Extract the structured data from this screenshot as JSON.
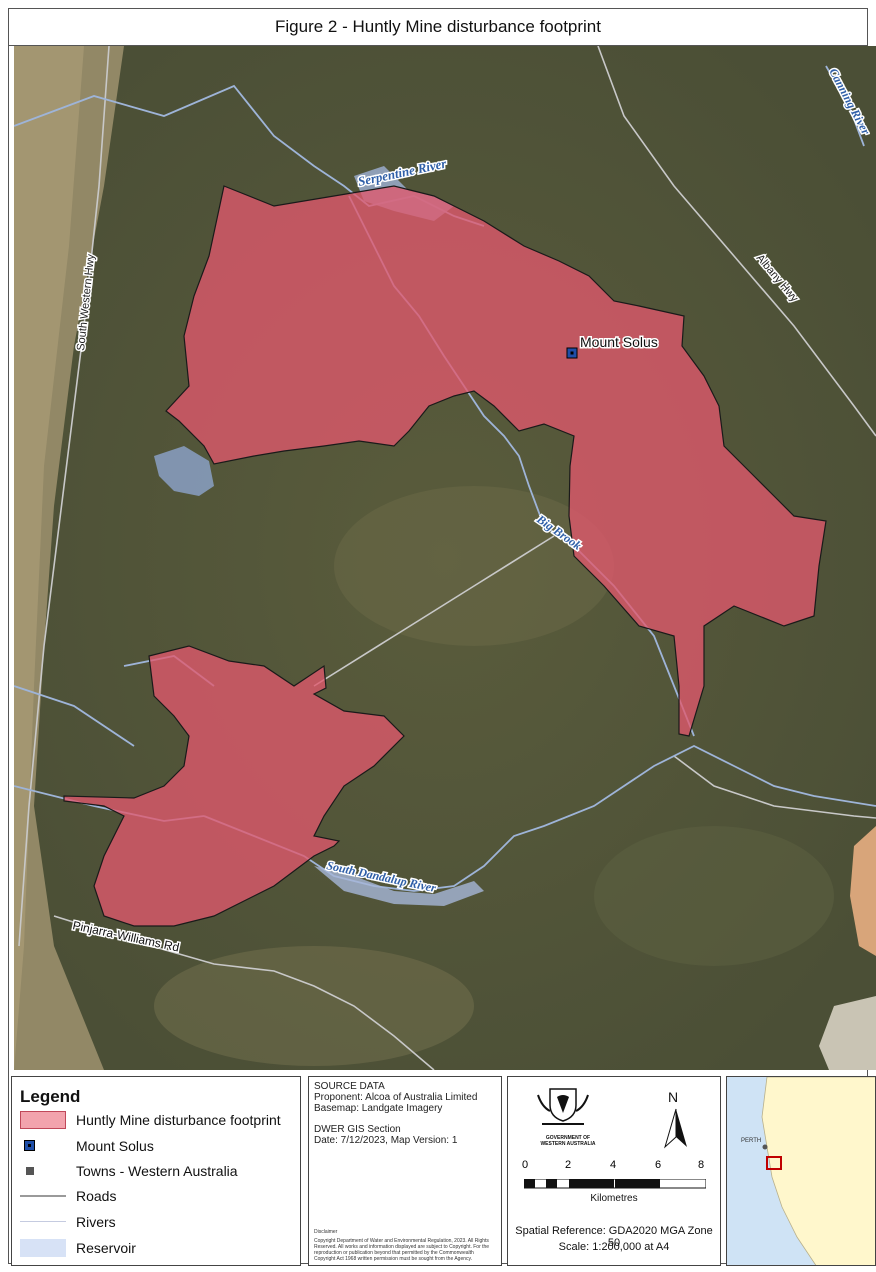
{
  "title": "Figure 2 - Huntly Mine disturbance footprint",
  "colors": {
    "footprint_fill": "#e0596d",
    "footprint_stroke": "#1a1a1a",
    "river": "#9eb4d8",
    "road": "#c8c8c8",
    "reservoir": "#cfdcf3",
    "mount_solus": "#1f4ea8"
  },
  "map": {
    "labels": {
      "serpentine": "Serpentine River",
      "canning": "Canning River",
      "albany": "Albany Hwy",
      "south_western": "South Western Hwy",
      "mount_solus": "Mount Solus",
      "big_brook": "Big Brook",
      "south_dandalup": "South Dandalup River",
      "pinjarra": "Pinjarra-Williams Rd"
    }
  },
  "legend": {
    "heading": "Legend",
    "items": [
      {
        "label": "Huntly Mine disturbance footprint",
        "symbol": "polygon"
      },
      {
        "label": "Mount Solus",
        "symbol": "square-marker"
      },
      {
        "label": "Towns - Western Australia",
        "symbol": "small-square"
      },
      {
        "label": "Roads",
        "symbol": "line"
      },
      {
        "label": "Rivers",
        "symbol": "line"
      },
      {
        "label": "Reservoir",
        "symbol": "fill"
      }
    ]
  },
  "source": {
    "heading": "SOURCE DATA",
    "proponent": "Proponent: Alcoa of Australia Limited",
    "basemap": "Basemap: Landgate Imagery",
    "section": "DWER GIS Section",
    "date": "Date: 7/12/2023, Map Version: 1",
    "disclaimer_title": "Disclaimer",
    "disclaimer_text": "Copyright Department of Water and Environmental Regulation, 2023. All Rights Reserved. All works and information displayed are subject to Copyright. For the reproduction or publication beyond that permitted by the Commonwealth Copyright Act 1968 written permission must be sought from the Agency."
  },
  "scale": {
    "logo_line1": "GOVERNMENT OF",
    "logo_line2": "WESTERN AUSTRALIA",
    "north": "N",
    "ticks": [
      "0",
      "2",
      "4",
      "6",
      "8"
    ],
    "units": "Kilometres",
    "spatial_reference": "Spatial Reference: GDA2020 MGA Zone 50",
    "scale_text": "Scale: 1:200,000 at A4"
  },
  "inset": {
    "city": "PERTH"
  }
}
